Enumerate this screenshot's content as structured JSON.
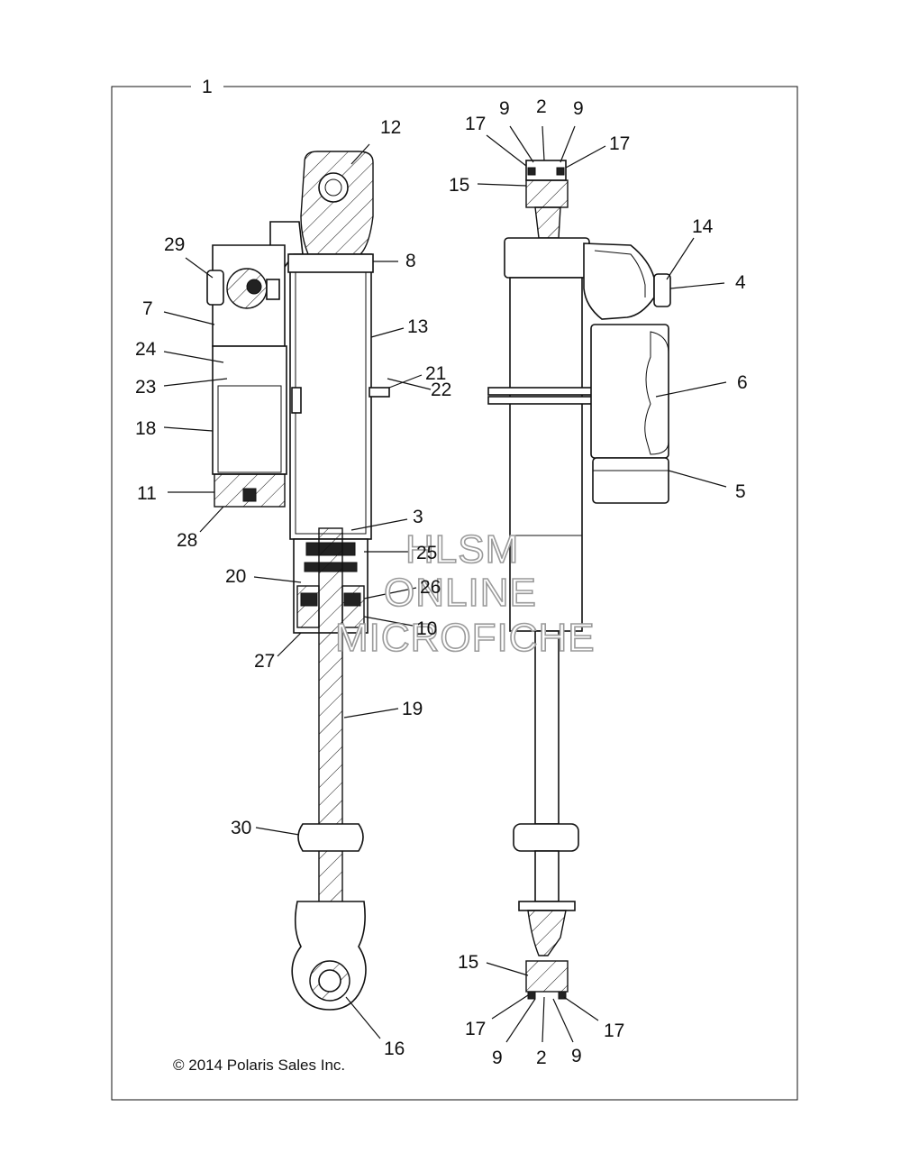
{
  "callouts": {
    "c1": "1",
    "c2_top": "2",
    "c9_top_l": "9",
    "c9_top_r": "9",
    "c17_top_l": "17",
    "c17_top_r": "17",
    "c15_top": "15",
    "c12": "12",
    "c14": "14",
    "c4": "4",
    "c29": "29",
    "c8": "8",
    "c7": "7",
    "c13": "13",
    "c24": "24",
    "c23": "23",
    "c21": "21",
    "c22": "22",
    "c6": "6",
    "c18": "18",
    "c5": "5",
    "c11": "11",
    "c3": "3",
    "c28": "28",
    "c25": "25",
    "c20": "20",
    "c26": "26",
    "c10": "10",
    "c27": "27",
    "c19": "19",
    "c30": "30",
    "c15_bot": "15",
    "c16": "16",
    "c17_bot_l": "17",
    "c17_bot_r": "17",
    "c9_bot_l": "9",
    "c2_bot": "2",
    "c9_bot_r": "9"
  },
  "watermark": {
    "line1": "HLSM",
    "line2": "ONLINE",
    "line3": "MICROFICHE"
  },
  "copyright": "© 2014 Polaris Sales Inc.",
  "colors": {
    "ink": "#111111",
    "watermark_stroke": "#9a9a9a",
    "background": "#ffffff"
  }
}
